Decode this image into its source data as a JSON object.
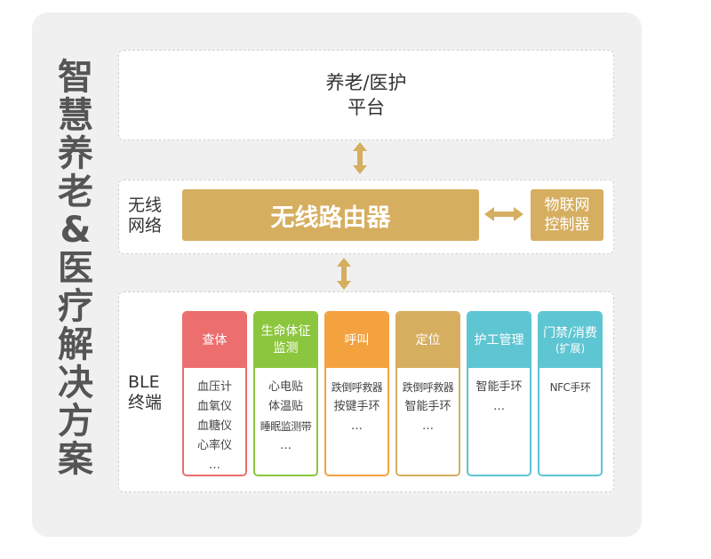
{
  "title_chars": [
    "智",
    "慧",
    "养",
    "老",
    "&",
    "医",
    "疗",
    "解",
    "决",
    "方",
    "案"
  ],
  "platform": {
    "label": "养老/医护\n平台"
  },
  "network": {
    "label": "无线\n网络",
    "router": "无线路由器",
    "iot_controller": "物联网\n控制器"
  },
  "ble": {
    "label": "BLE\n终端",
    "categories": [
      {
        "title": "查体",
        "subtitle": "",
        "color": "#ec6e6e",
        "items": [
          "血压计",
          "血氧仪",
          "血糖仪",
          "心率仪",
          "…"
        ]
      },
      {
        "title": "生命体征\n监测",
        "subtitle": "",
        "color": "#8cc63f",
        "items": [
          "心电贴",
          "体温贴",
          "睡眠监测带",
          "…"
        ]
      },
      {
        "title": "呼叫",
        "subtitle": "",
        "color": "#f3a23f",
        "items": [
          "跌倒呼救器",
          "按键手环",
          "…"
        ]
      },
      {
        "title": "定位",
        "subtitle": "",
        "color": "#d6ae60",
        "items": [
          "跌倒呼救器",
          "智能手环",
          "…"
        ]
      },
      {
        "title": "护工管理",
        "subtitle": "",
        "color": "#5ec5d3",
        "items": [
          "智能手环",
          "…"
        ]
      },
      {
        "title": "门禁/消费",
        "subtitle": "(扩展)",
        "color": "#5ec5d3",
        "items": [
          "NFC手环"
        ]
      }
    ]
  },
  "colors": {
    "arrow": "#d6ae60",
    "panel": "#f0f0f0"
  }
}
